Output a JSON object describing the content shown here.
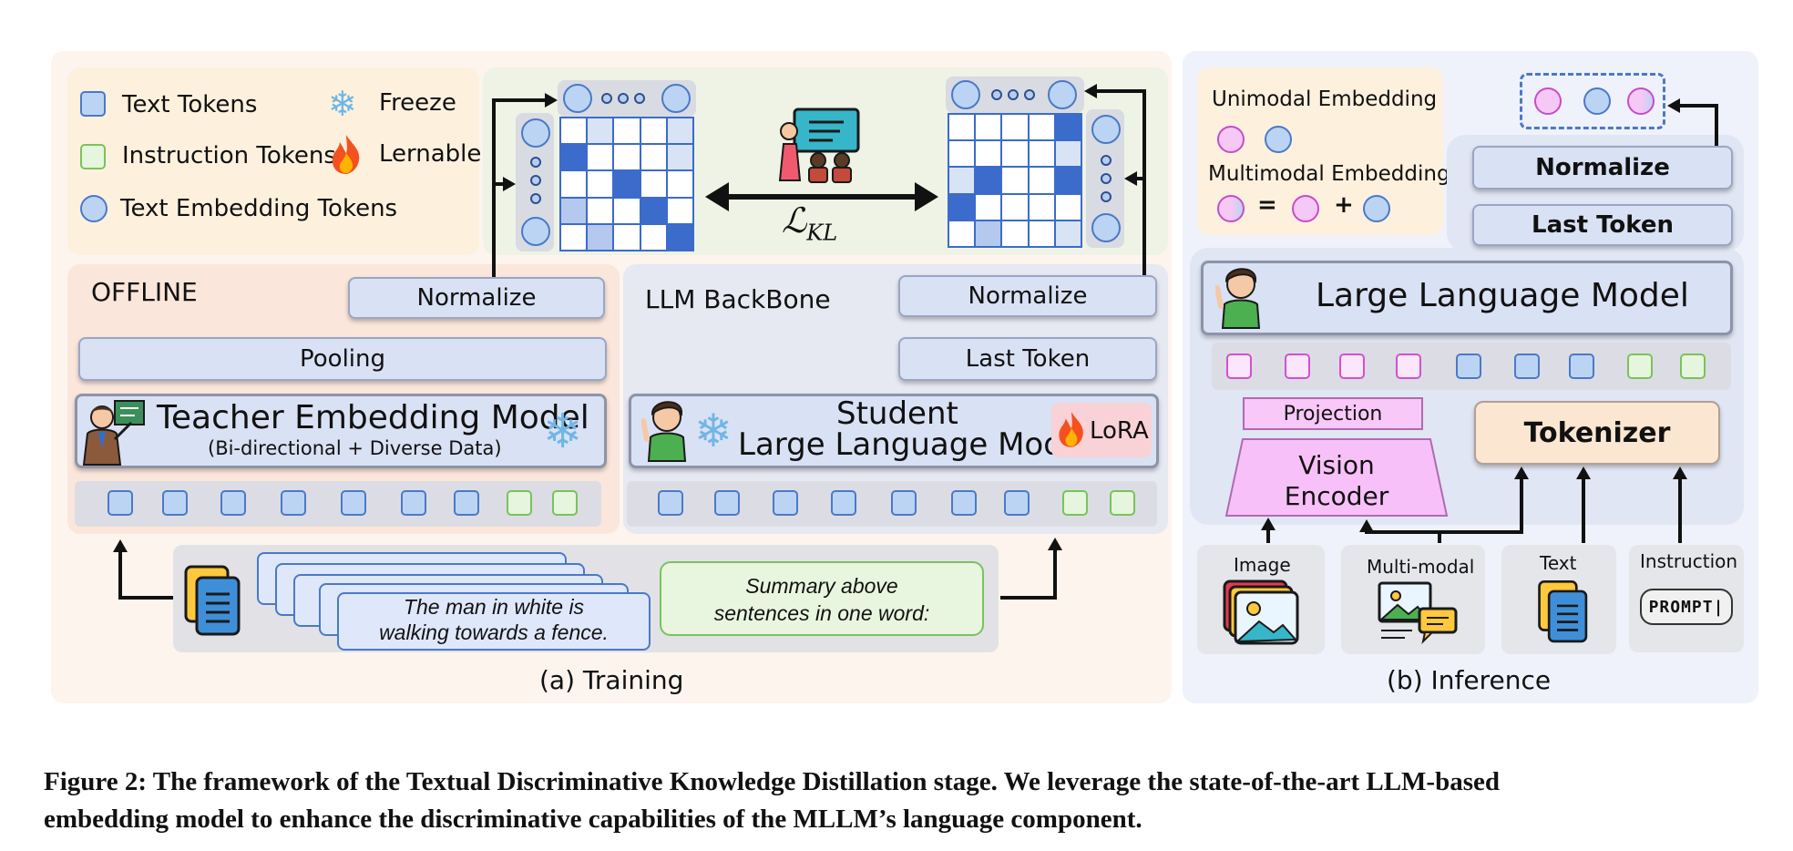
{
  "training": {
    "caption": "(a) Training",
    "offline_label": "OFFLINE",
    "backbone_label": "LLM BackBone",
    "teacher": {
      "normalize": "Normalize",
      "pooling": "Pooling",
      "model_title": "Teacher Embedding Model",
      "model_subtitle": "(Bi-directional + Diverse Data)"
    },
    "student": {
      "normalize": "Normalize",
      "last_token": "Last Token",
      "model_line1": "Student",
      "model_line2": "Large Language Model",
      "lora": "LoRA"
    },
    "loss": "ℒ",
    "loss_sub": "KL",
    "sentence": [
      "The man in white is",
      "walking towards a fence."
    ],
    "instruction": [
      "Summary above",
      "sentences in one word:"
    ]
  },
  "legend": {
    "text_tokens": "Text Tokens",
    "instruction_tokens": "Instruction Tokens",
    "text_embedding_tokens": "Text Embedding Tokens",
    "freeze": "Freeze",
    "learnable": "Lernable"
  },
  "inference": {
    "caption": "(b) Inference",
    "unimodal": "Unimodal Embedding",
    "multimodal": "Multimodal Embedding",
    "eq": "=",
    "plus": "+",
    "normalize": "Normalize",
    "last_token": "Last Token",
    "llm": "Large Language Model",
    "projection": "Projection",
    "vision_encoder": [
      "Vision",
      "Encoder"
    ],
    "tokenizer": "Tokenizer",
    "inputs": {
      "image": "Image",
      "multimodal": "Multi-modal",
      "text": "Text",
      "instruction": "Instruction",
      "prompt": "PROMPT|"
    }
  },
  "figure_caption": {
    "line1": "Figure 2: The framework of the Textual Discriminative Knowledge Distillation stage. We leverage the state-of-the-art LLM-based",
    "line2": "embedding model to enhance the discriminative capabilities of the MLLM’s language component."
  },
  "colors": {
    "token_blue": "#bcd4f3",
    "token_green": "#e6f5dd",
    "token_magenta": "#fbe6fb",
    "matrix_blue": "#3b6bcb",
    "bar_fill": "#d9e1f4"
  },
  "icons": [
    "snowflake-icon",
    "flame-icon",
    "teacher-icon",
    "student-icon",
    "classroom-icon",
    "document-icon",
    "image-icon",
    "multimodal-icon"
  ]
}
